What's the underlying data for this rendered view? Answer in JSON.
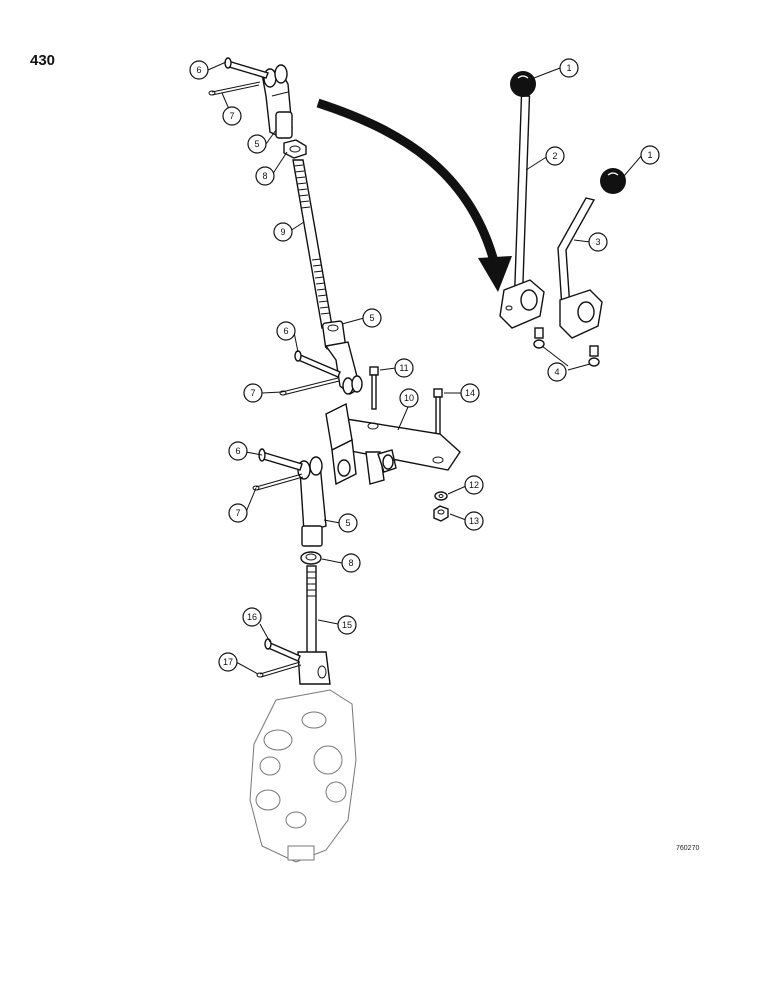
{
  "page": {
    "number": "430",
    "drawing_code": "760270"
  },
  "callouts": [
    {
      "id": "c1a",
      "label": "1"
    },
    {
      "id": "c1b",
      "label": "1"
    },
    {
      "id": "c2",
      "label": "2"
    },
    {
      "id": "c3",
      "label": "3"
    },
    {
      "id": "c4",
      "label": "4"
    },
    {
      "id": "c5a",
      "label": "5"
    },
    {
      "id": "c5b",
      "label": "5"
    },
    {
      "id": "c5c",
      "label": "5"
    },
    {
      "id": "c6a",
      "label": "6"
    },
    {
      "id": "c6b",
      "label": "6"
    },
    {
      "id": "c6c",
      "label": "6"
    },
    {
      "id": "c7a",
      "label": "7"
    },
    {
      "id": "c7b",
      "label": "7"
    },
    {
      "id": "c7c",
      "label": "7"
    },
    {
      "id": "c8a",
      "label": "8"
    },
    {
      "id": "c8b",
      "label": "8"
    },
    {
      "id": "c9",
      "label": "9"
    },
    {
      "id": "c10",
      "label": "10"
    },
    {
      "id": "c11",
      "label": "11"
    },
    {
      "id": "c12",
      "label": "12"
    },
    {
      "id": "c13",
      "label": "13"
    },
    {
      "id": "c14",
      "label": "14"
    },
    {
      "id": "c15",
      "label": "15"
    },
    {
      "id": "c16",
      "label": "16"
    },
    {
      "id": "c17",
      "label": "17"
    }
  ]
}
